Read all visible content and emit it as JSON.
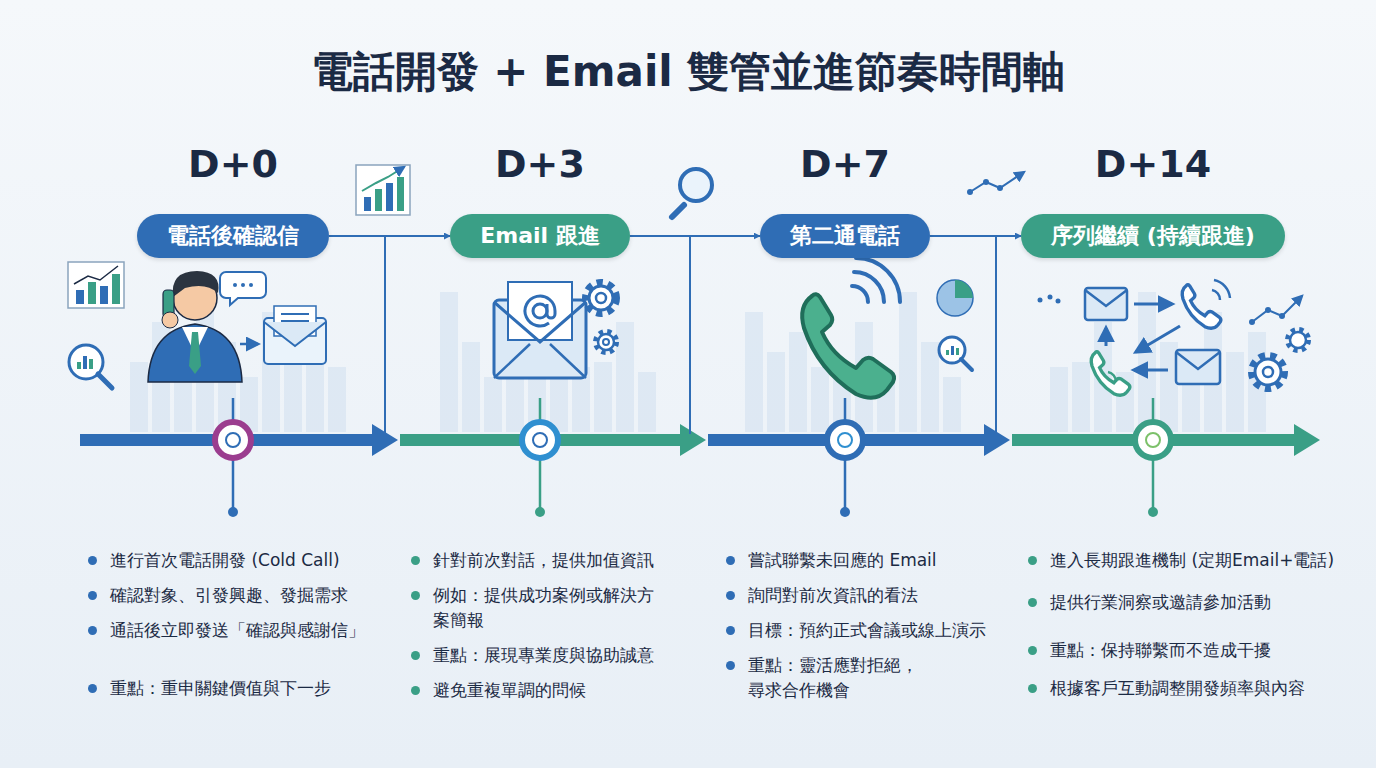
{
  "diagram": {
    "title": "電話開發 + Email 雙管並進節奏時間軸",
    "nodes": [
      {
        "text": [
          "D+0",
          "電話後確認信"
        ]
      },
      {
        "text": [
          "D+3",
          "Email 跟進"
        ]
      },
      {
        "text": [
          "D+7",
          "第二通電話"
        ]
      },
      {
        "text": [
          "D+14",
          "序列繼續 (持續跟進)"
        ]
      }
    ],
    "edges": [
      {
        "from": 0,
        "to": 1,
        "arrow": "to"
      },
      {
        "from": 1,
        "to": 2,
        "arrow": "to"
      },
      {
        "from": 2,
        "to": 3,
        "arrow": "to"
      }
    ],
    "labels": [
      "進行首次電話開發 (Cold Call)",
      "確認對象、引發興趣、發掘需求",
      "通話後立即發送「確認與感謝信」",
      "重點：重申關鍵價值與下一步",
      "針對前次對話，提供加值資訊",
      "例如：提供成功案例或解決方案簡報",
      "重點：展現專業度與協助誠意",
      "避免重複單調的問候",
      "嘗試聯繫未回應的 Email",
      "詢問對前次資訊的看法",
      "目標：預約正式會議或線上演示",
      "重點：靈活應對拒絕， 尋求合作機會",
      "進入長期跟進機制 (定期Email+電話)",
      "提供行業洞察或邀請參加活動",
      "重點：保持聯繫而不造成干擾",
      "根據客戶互動調整開發頻率與內容"
    ]
  }
}
